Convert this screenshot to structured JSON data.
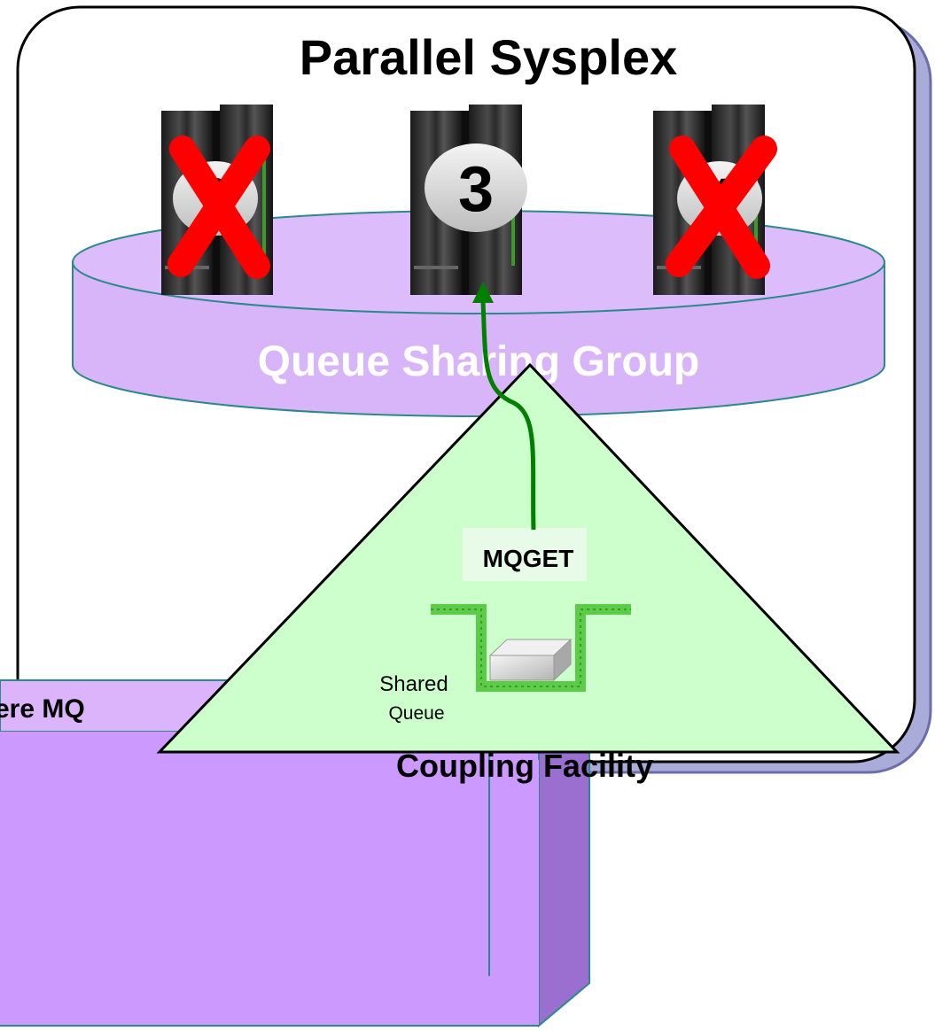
{
  "sysplex": {
    "title": "Parallel Sysplex"
  },
  "qsg": {
    "label": "Queue Sharing Group"
  },
  "servers": [
    {
      "number": "2",
      "status": "failed"
    },
    {
      "number": "3",
      "status": "active"
    },
    {
      "number": "4",
      "status": "failed"
    }
  ],
  "cf": {
    "label": "Coupling Facility",
    "operation": "MQGET",
    "queue_label_line1": "Shared",
    "queue_label_line2": "Queue"
  },
  "network": {
    "label": "ere MQ"
  },
  "colors": {
    "sysplex_fill": "#ffffff",
    "sysplex_shadow": "#a9abd8",
    "qsg_fill": "#d8b4f8",
    "cf_fill": "#ccffcc",
    "pipe_fill": "#cc99ff",
    "pipe_side": "#9966cc",
    "arrow": "#008000",
    "failed_mark": "#ff0000",
    "badge": "#e8e8e8"
  }
}
